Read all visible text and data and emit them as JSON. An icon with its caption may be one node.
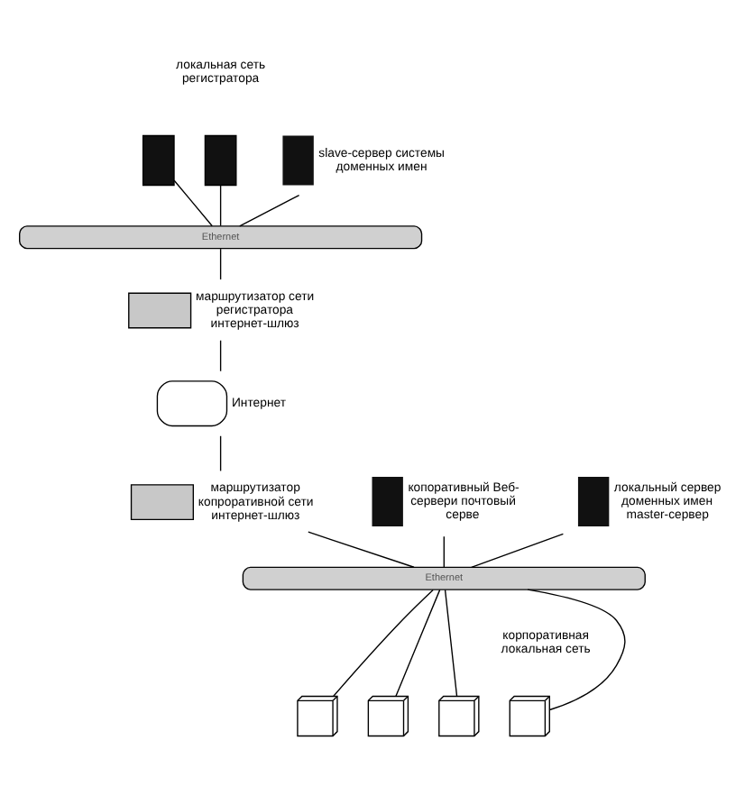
{
  "diagram": {
    "nodes": [
      {
        "text": [],
        "shape": "server"
      },
      {
        "text": [],
        "shape": "server"
      },
      {
        "text": [],
        "shape": "server",
        "beside": [
          "slave-сервер системы доменных имен"
        ]
      },
      {
        "text": [
          "Ethernet"
        ]
      },
      {
        "text": [],
        "shape": "router",
        "beside": [
          "маршрутизатор сети регистратора интернет-шлюз"
        ]
      },
      {
        "text": [],
        "shape": "cloud",
        "beside": [
          "Интернет"
        ]
      },
      {
        "text": [],
        "shape": "router",
        "beside": [
          "маршрутизатор копроративной сети интернет-шлюз"
        ]
      },
      {
        "text": [],
        "shape": "server",
        "beside": [
          "копоративный Веб-сервери почтовый серве"
        ]
      },
      {
        "text": [],
        "shape": "server",
        "beside": [
          "локальный сервер доменных имен master-сервер"
        ]
      },
      {
        "text": [
          "Ethernet"
        ]
      },
      {
        "text": [],
        "shape": "computer"
      },
      {
        "text": [],
        "shape": "computer"
      },
      {
        "text": [],
        "shape": "computer"
      },
      {
        "text": [],
        "shape": "computer"
      }
    ],
    "edges": [
      {
        "from": 0,
        "to": 3,
        "arrow": "none"
      },
      {
        "from": 1,
        "to": 3,
        "arrow": "none"
      },
      {
        "from": 2,
        "to": 3,
        "arrow": "none"
      },
      {
        "from": 3,
        "to": 4,
        "arrow": "none"
      },
      {
        "from": 4,
        "to": 5,
        "arrow": "none"
      },
      {
        "from": 5,
        "to": 6,
        "arrow": "none"
      },
      {
        "from": 6,
        "to": 9,
        "arrow": "none"
      },
      {
        "from": 7,
        "to": 9,
        "arrow": "none"
      },
      {
        "from": 8,
        "to": 9,
        "arrow": "none"
      },
      {
        "from": 9,
        "to": 10,
        "arrow": "none"
      },
      {
        "from": 9,
        "to": 11,
        "arrow": "none"
      },
      {
        "from": 9,
        "to": 12,
        "arrow": "none"
      },
      {
        "from": 9,
        "to": 13,
        "arrow": "none"
      }
    ],
    "labels": [
      "локальная сеть регистратора",
      "корпоративная локальная сеть"
    ]
  }
}
